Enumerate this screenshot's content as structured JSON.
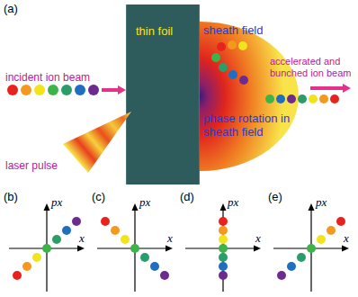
{
  "diagram": {
    "nodes": [
      {
        "text": [
          "thin foil"
        ]
      },
      {
        "text": [
          "sheath field",
          "phase rotation in sheath field"
        ]
      }
    ],
    "labels": [
      "(a)",
      "incident ion beam",
      "laser pulse",
      "accelerated and bunched ion beam",
      "(b)",
      "px",
      "x",
      "(c)",
      "px",
      "x",
      "(d)",
      "px",
      "x",
      "(e)",
      "px",
      "x"
    ]
  }
}
